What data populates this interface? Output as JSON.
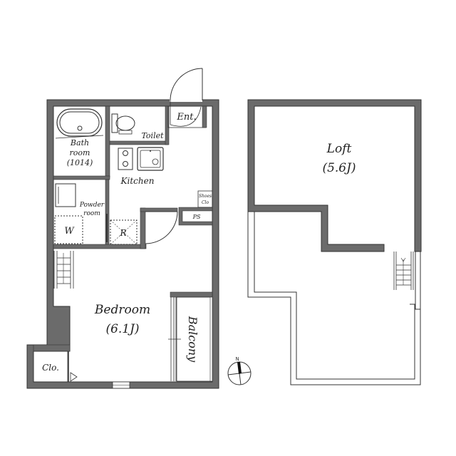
{
  "plan": {
    "colors": {
      "wall": "#6b6b6b",
      "line": "#333333",
      "background": "#ffffff"
    },
    "ground_floor": {
      "rooms": [
        {
          "id": "bathroom",
          "label": "Bath",
          "label2": "room",
          "label3": "(1014)"
        },
        {
          "id": "toilet",
          "label": "Toilet"
        },
        {
          "id": "entrance",
          "label": "Ent."
        },
        {
          "id": "kitchen",
          "label": "Kitchen"
        },
        {
          "id": "shoes-closet",
          "label": "Shoes",
          "label2": "Clo"
        },
        {
          "id": "powder-room",
          "label": "Powder",
          "label2": "room"
        },
        {
          "id": "washer",
          "label": "W"
        },
        {
          "id": "refrigerator",
          "label": "R"
        },
        {
          "id": "pipe-space",
          "label": "PS"
        },
        {
          "id": "bedroom",
          "label": "Bedroom",
          "size": "(6.1J)"
        },
        {
          "id": "balcony",
          "label": "Balcony"
        },
        {
          "id": "closet",
          "label": "Clo."
        }
      ]
    },
    "loft_floor": {
      "rooms": [
        {
          "id": "loft",
          "label": "Loft",
          "size": "(5.6J)"
        }
      ]
    },
    "compass": {
      "label": "N"
    }
  }
}
